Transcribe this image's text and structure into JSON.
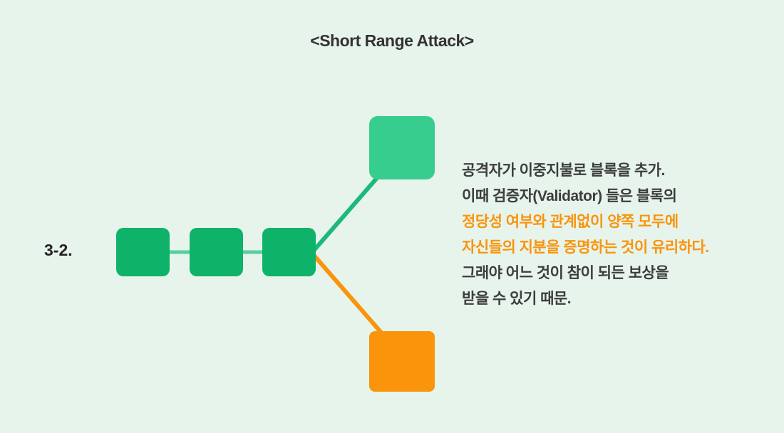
{
  "title": "<Short Range Attack>",
  "step_label": "3-2.",
  "colors": {
    "background": "#e7f4ec",
    "main_block": "#0fb269",
    "chain_link": "#55d09c",
    "fork_top_block": "#37cd8f",
    "top_branch_line": "#1cb97a",
    "fork_bottom_block": "#f9940b",
    "bottom_branch_line": "#f9940b",
    "text_dark": "#3d3d3d",
    "text_orange": "#f9940b",
    "title_text": "#333333"
  },
  "diagram": {
    "type": "blockchain-fork",
    "main_chain_blocks": [
      "chain-block-1",
      "chain-block-2",
      "chain-block-3"
    ],
    "fork_blocks": [
      {
        "name": "fork-block-top",
        "color_role": "honest-green"
      },
      {
        "name": "fork-block-bottom",
        "color_role": "attacker-orange"
      }
    ]
  },
  "description": {
    "lines": [
      {
        "text": "공격자가 이중지불로 블록을 추가.",
        "color": "dark"
      },
      {
        "text": "이때 검증자(Validator) 들은 블록의",
        "color": "dark"
      },
      {
        "text": "정당성 여부와 관계없이 양쪽 모두에",
        "color": "orange"
      },
      {
        "text": "자신들의 지분을 증명하는 것이 유리하다.",
        "color": "orange"
      },
      {
        "text": "그래야 어느 것이 참이 되든 보상을",
        "color": "dark"
      },
      {
        "text": "받을 수 있기 때문.",
        "color": "dark"
      }
    ]
  }
}
